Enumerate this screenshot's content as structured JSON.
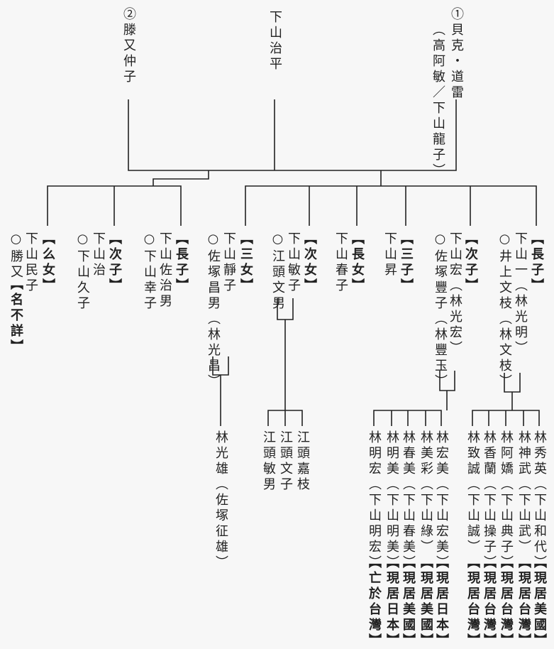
{
  "parents": {
    "second_wife": "②滕又仲子",
    "father": "下山治平",
    "first_wife": "①貝克・道雷",
    "first_wife_alias": "（高阿敏／下山龍子）"
  },
  "children": [
    {
      "rank": "【么女】",
      "name": "下山民子",
      "spouse": "○勝又",
      "spouse_note": "【名不詳】"
    },
    {
      "rank": "【次子】",
      "name": "下山治",
      "spouse": "○下山久子"
    },
    {
      "rank": "【長子】",
      "name": "下山佐治男",
      "spouse": "○下山幸子"
    },
    {
      "rank": "【三女】",
      "name": "下山靜子",
      "spouse": "○佐塚昌男（林光昌）"
    },
    {
      "rank": "【次女】",
      "name": "下山敏子",
      "spouse": "○江頭文男"
    },
    {
      "rank": "【長女】",
      "name": "下山春子"
    },
    {
      "rank": "【三子】",
      "name": "下山昇"
    },
    {
      "rank": "【次子】",
      "name": "下山宏（林光宏）",
      "spouse": "○佐塚豐子（林豐玉）"
    },
    {
      "rank": "【長子】",
      "name": "下山一（林光明）",
      "spouse": "○井上文枝（林文枝）"
    }
  ],
  "grandchildren": {
    "sanjo": [
      {
        "name": "林光雄（佐塚征雄）"
      }
    ],
    "jijo": [
      {
        "name": "江頭敏男"
      },
      {
        "name": "江頭文子"
      },
      {
        "name": "江頭嘉枝"
      }
    ],
    "jishi": [
      {
        "name": "林明宏（下山明宏）",
        "note": "【亡於台灣】"
      },
      {
        "name": "林明美（下山明美）",
        "note": "【現居日本】"
      },
      {
        "name": "林春美（下山春美）",
        "note": "【現居美國】"
      },
      {
        "name": "林美彩（下山綠）",
        "note": "【現居美國】"
      },
      {
        "name": "林宏美（下山宏美）",
        "note": "【現居日本】"
      }
    ],
    "choshi": [
      {
        "name": "林致誠（下山誠）",
        "note": "【現居台灣】"
      },
      {
        "name": "林香蘭（下山操子）",
        "note": "【現居台灣】"
      },
      {
        "name": "林阿嬌（下山典子）",
        "note": "【現居台灣】"
      },
      {
        "name": "林神武（下山武）",
        "note": "【現居台灣】"
      },
      {
        "name": "林秀英（下山和代）",
        "note": "【現居美國】"
      }
    ]
  }
}
